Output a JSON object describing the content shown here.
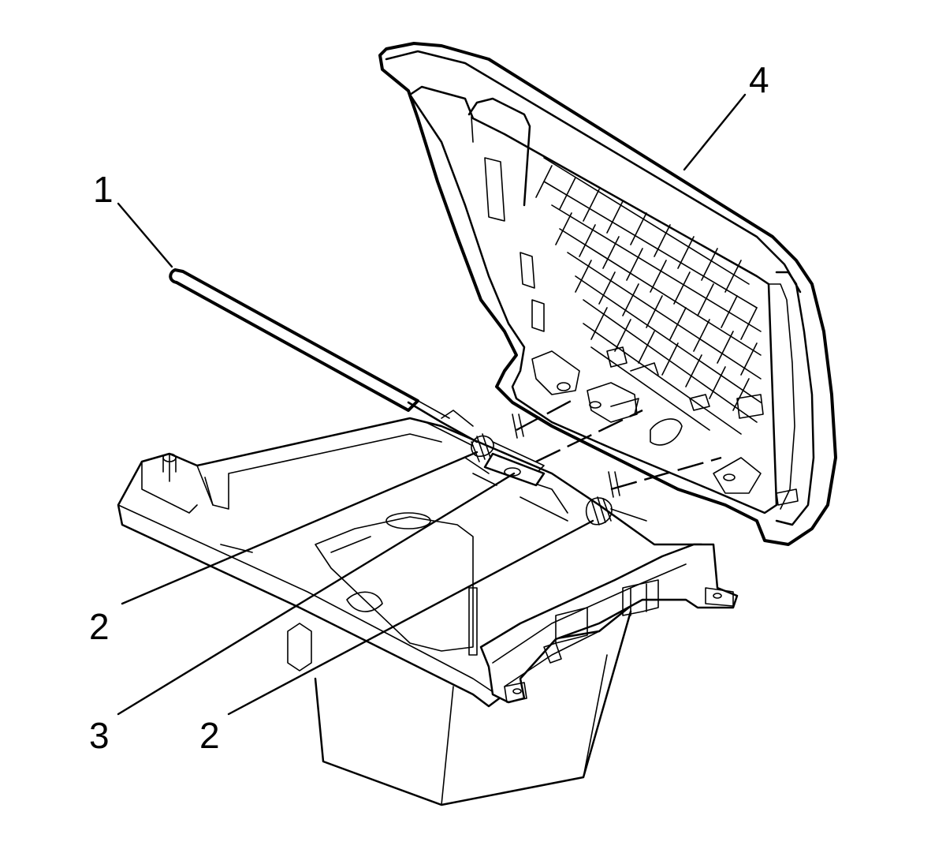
{
  "callouts": {
    "c1": "1",
    "c2a": "2",
    "c3": "3",
    "c2b": "2",
    "c4": "4"
  },
  "colors": {
    "line": "#000000",
    "background": "#ffffff"
  }
}
